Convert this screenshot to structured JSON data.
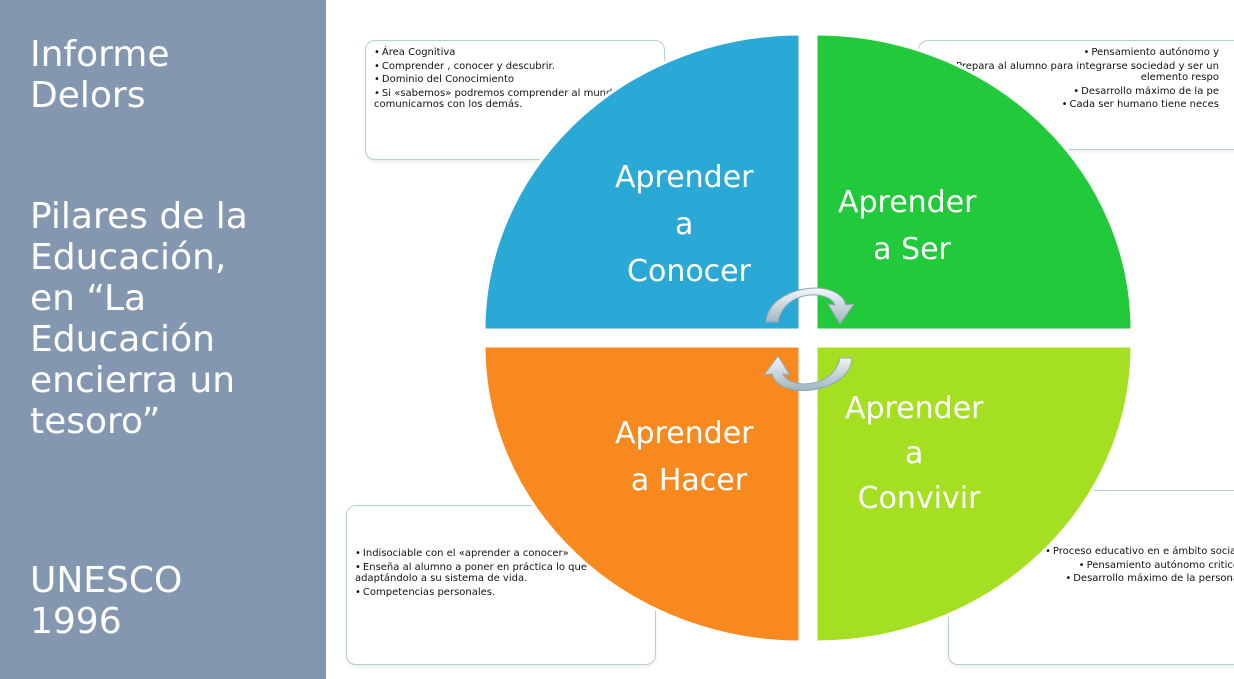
{
  "sidebar": {
    "title_lines": [
      "Informe",
      "Delors"
    ],
    "subtitle_lines": [
      "Pilares de la",
      "Educación,",
      "en “La",
      "Educación",
      "encierra un",
      "tesoro”"
    ],
    "org_lines": [
      "UNESCO",
      "1996"
    ]
  },
  "quadrants": [
    {
      "label_lines": [
        "Aprender",
        "a",
        "Conocer"
      ],
      "color": "#2aa9d6"
    },
    {
      "label_lines": [
        "Aprender",
        "a Ser"
      ],
      "color": "#22c93a"
    },
    {
      "label_lines": [
        "Aprender",
        "a Hacer"
      ],
      "color": "#f7891e"
    },
    {
      "label_lines": [
        "Aprender",
        "a",
        "Convivir"
      ],
      "color": "#a4e021"
    }
  ],
  "boxes": {
    "top_left": [
      "Área Cognitiva",
      "Comprender , conocer y descubrir.",
      "Dominio del Conocimiento",
      "Si «sabemos» podremos comprender al mundo y comunicarnos con los demás."
    ],
    "top_right": [
      "Pensamiento autónomo y",
      "Prepara al alumno para integrarse sociedad y ser un elemento respo",
      "Desarrollo máximo de la pe",
      "Cada ser humano tiene neces"
    ],
    "bottom_left": [
      "Indisociable con el «aprender a conocer»",
      "Enseña al alumno a poner en práctica lo que sabe , adaptándolo a su sistema de vida.",
      "Competencias personales."
    ],
    "bottom_right": [
      "Proceso educativo en e ámbito social",
      "Pensamiento autónomo critico",
      "Desarrollo máximo de la persona"
    ]
  }
}
